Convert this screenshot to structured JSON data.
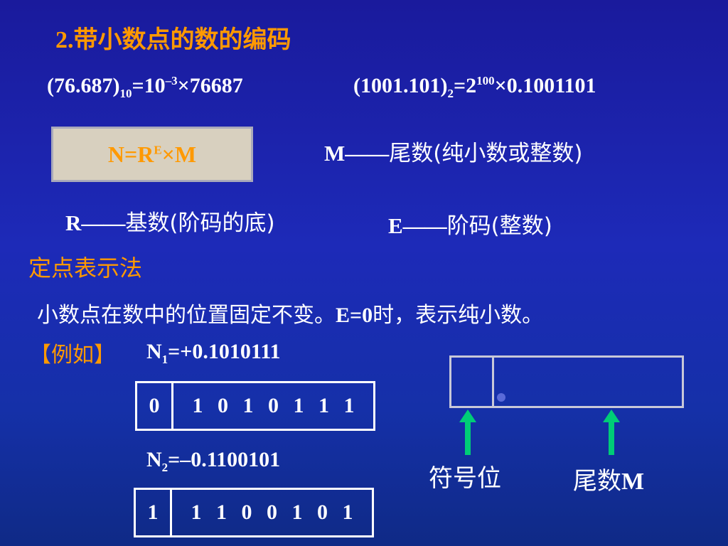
{
  "title": "2.带小数点的数的编码",
  "formula1": {
    "base": "(76.687)",
    "sub": "10",
    "mid": "=10",
    "sup": "–3",
    "rest": "×76687"
  },
  "formula2": {
    "base": "(1001.101)",
    "sub": "2",
    "mid": "=2",
    "sup": "100",
    "rest": "×0.1001101"
  },
  "box": {
    "pre": "N=R",
    "sup": "E",
    "post": "×M"
  },
  "m_desc": {
    "sym": "M——",
    "text": "尾数(纯小数或整数)"
  },
  "r_desc": {
    "sym": "R——",
    "text": "基数(阶码的底)"
  },
  "e_desc": {
    "sym": "E——",
    "text": "阶码(整数)"
  },
  "subhead": "定点表示法",
  "line": {
    "cn1": "小数点在数中的位置固定不变。",
    "en": "E=0",
    "cn2": "时，表示纯小数。"
  },
  "example": "【例如】",
  "n1": {
    "pre": "N",
    "sub": "1",
    "post": "=+0.1010111"
  },
  "reg1": {
    "sign": "0",
    "bits": [
      "1",
      "0",
      "1",
      "0",
      "1",
      "1",
      "1"
    ]
  },
  "n2": {
    "pre": "N",
    "sub": "2",
    "post": "=–0.1100101"
  },
  "reg2": {
    "sign": "1",
    "bits": [
      "1",
      "1",
      "0",
      "0",
      "1",
      "0",
      "1"
    ]
  },
  "diagram": {
    "sign_label": "符号位",
    "mant_label_cn": "尾数",
    "mant_label_en": "M"
  },
  "colors": {
    "accent": "#ff9900",
    "arrow": "#00cc77",
    "background": "#1a22a8"
  }
}
